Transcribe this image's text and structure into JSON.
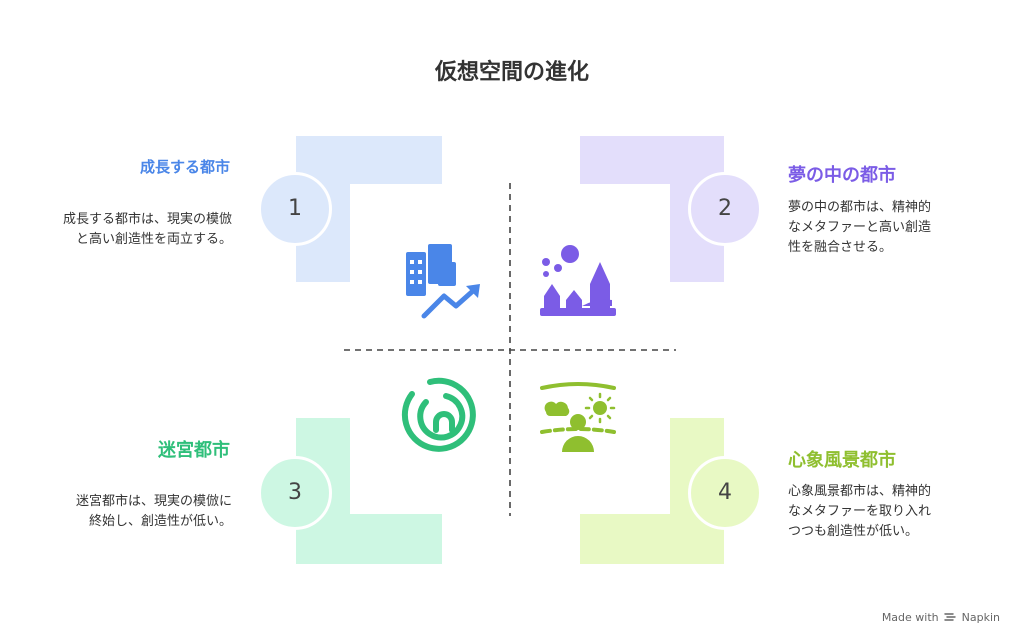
{
  "title": "仮想空間の進化",
  "colors": {
    "q1_bg": "#dce8fb",
    "q1_accent": "#4a86e8",
    "q2_bg": "#e3defb",
    "q2_accent": "#7b5ce6",
    "q3_bg": "#cdf7e3",
    "q3_accent": "#2fbf7a",
    "q4_bg": "#e8f9c4",
    "q4_accent": "#8fbf2f"
  },
  "quadrants": [
    {
      "number": "1",
      "heading": "成長する都市",
      "lines": [
        "成長する都市は、現実の模倣",
        "と高い創造性を両立する。"
      ],
      "icon": "growing-city-icon"
    },
    {
      "number": "2",
      "heading": "夢の中の都市",
      "lines": [
        "夢の中の都市は、精神的",
        "なメタファーと高い創造",
        "性を融合させる。"
      ],
      "icon": "dream-city-icon"
    },
    {
      "number": "3",
      "heading": "迷宮都市",
      "lines": [
        "迷宮都市は、現実の模倣に",
        "終始し、創造性が低い。"
      ],
      "icon": "labyrinth-icon"
    },
    {
      "number": "4",
      "heading": "心象風景都市",
      "lines": [
        "心象風景都市は、精神的",
        "なメタファーを取り入れ",
        "つつも創造性が低い。"
      ],
      "icon": "mental-landscape-icon"
    }
  ],
  "footer": {
    "text": "Made with",
    "brand": "Napkin"
  }
}
